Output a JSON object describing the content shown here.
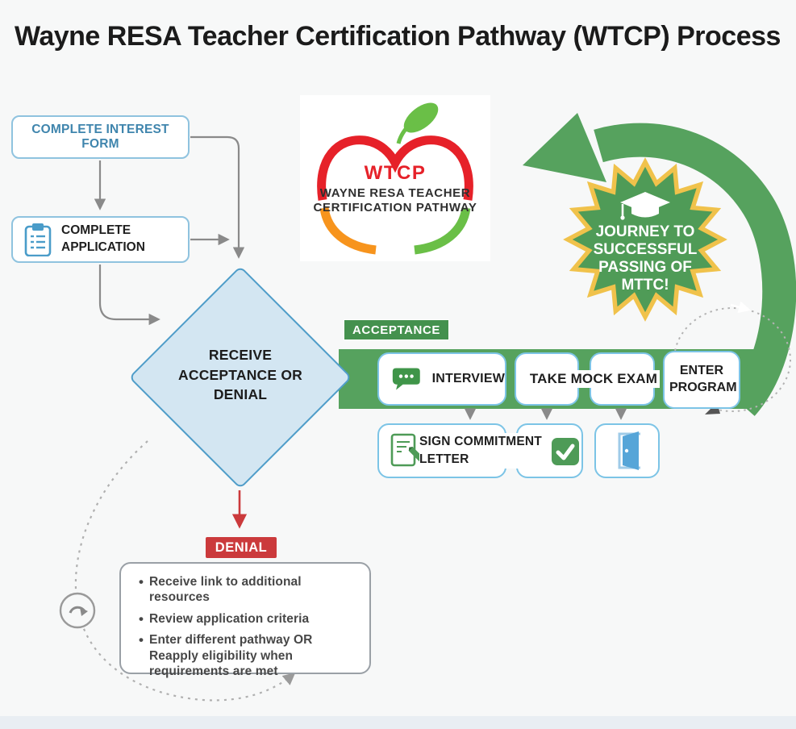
{
  "title": "Wayne RESA Teacher Certification Pathway (WTCP) Process",
  "logo": {
    "acronym": "WTCP",
    "name_line1": "WAYNE RESA TEACHER",
    "name_line2": "CERTIFICATION PATHWAY"
  },
  "steps": {
    "interest_form": "COMPLETE INTEREST FORM",
    "application": "COMPLETE APPLICATION",
    "decision": "RECEIVE ACCEPTANCE OR DENIAL",
    "interview": "INTERVIEW",
    "mock_exam": "TAKE MOCK EXAM",
    "enter_program": "ENTER PROGRAM",
    "sign_commitment": "SIGN COMMITMENT LETTER"
  },
  "acceptance_label": "ACCEPTANCE",
  "denial": {
    "label": "DENIAL",
    "bullets": [
      "Receive link to additional resources",
      "Review application criteria",
      "Enter different pathway OR Reapply eligibility when requirements are met"
    ]
  },
  "starburst": {
    "lines": [
      "JOURNEY TO",
      "SUCCESSFUL",
      "PASSING OF",
      "MTTC!"
    ]
  },
  "colors": {
    "band_green": "#56a25e",
    "tag_green": "#44914e",
    "starburst_green": "#4f9b57",
    "gold": "#f0c24b",
    "denial_red": "#cb3a3c",
    "apple_red": "#e62129",
    "apple_orange": "#f7941d",
    "leaf_green": "#6abf47",
    "diamond_fill": "#d3e6f2",
    "diamond_border": "#4f9dc9",
    "box_border": "#7cc4e6",
    "blue_text": "#3f85ad"
  }
}
